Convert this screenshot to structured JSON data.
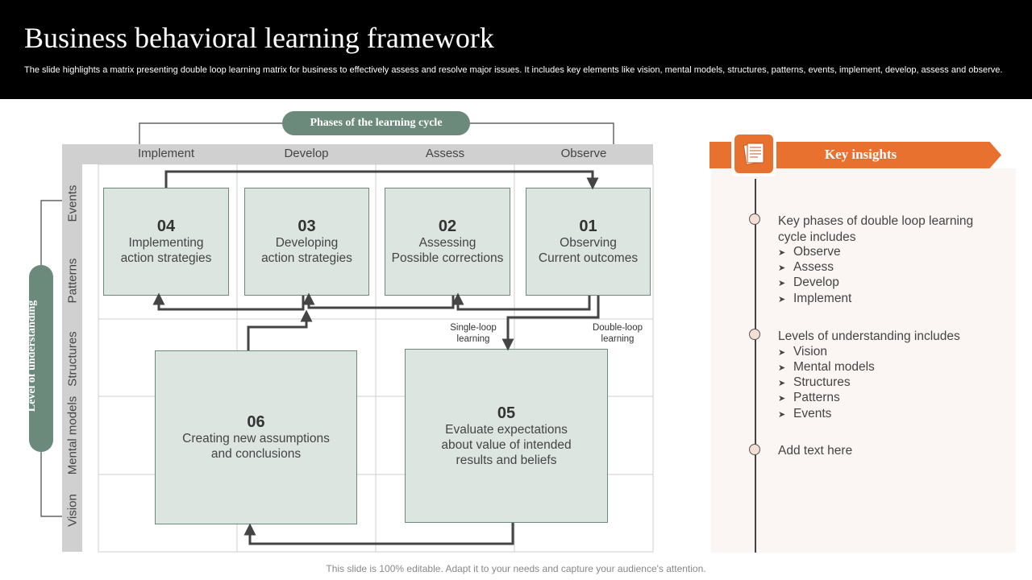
{
  "header": {
    "title": "Business behavioral learning framework",
    "subtitle": "The slide highlights a matrix presenting double loop learning matrix for business to effectively assess and resolve major issues. It includes key elements like vision, mental models, structures, patterns, events, implement, develop, assess and observe."
  },
  "matrix": {
    "phases_label": "Phases of the learning cycle",
    "level_label": "Level of understanding",
    "columns": [
      "Implement",
      "Develop",
      "Assess",
      "Observe"
    ],
    "rows": [
      "Events",
      "Patterns",
      "Structures",
      "Mental models",
      "Vision"
    ],
    "boxes": [
      {
        "num": "04",
        "line1": "Implementing",
        "line2": "action strategies"
      },
      {
        "num": "03",
        "line1": "Developing",
        "line2": "action strategies"
      },
      {
        "num": "02",
        "line1": "Assessing",
        "line2": "Possible corrections"
      },
      {
        "num": "01",
        "line1": "Observing",
        "line2": "Current outcomes"
      },
      {
        "num": "06",
        "line1": "Creating new assumptions",
        "line2": "and conclusions"
      },
      {
        "num": "05",
        "line1": "Evaluate expectations",
        "line2": "about value of intended",
        "line3": "results and beliefs"
      }
    ],
    "single_loop": {
      "line1": "Single-loop",
      "line2": "learning"
    },
    "double_loop": {
      "line1": "Double-loop",
      "line2": "learning"
    }
  },
  "insights": {
    "title": "Key insights",
    "icon": "document-icon",
    "item1": {
      "line1": "Key phases of double loop learning",
      "line2": "cycle includes",
      "bullets": [
        "Observe",
        "Assess",
        "Develop",
        "Implement"
      ]
    },
    "item2": {
      "line1": "Levels of understanding includes",
      "bullets": [
        "Vision",
        "Mental models",
        "Structures",
        "Patterns",
        "Events"
      ]
    },
    "item3": {
      "line1": "Add text here"
    }
  },
  "footer": "This slide is 100% editable. Adapt it to your needs and capture your audience's attention.",
  "colors": {
    "accent": "#e8712f",
    "green": "#6b8a7b",
    "box_fill": "#dde5e1"
  }
}
